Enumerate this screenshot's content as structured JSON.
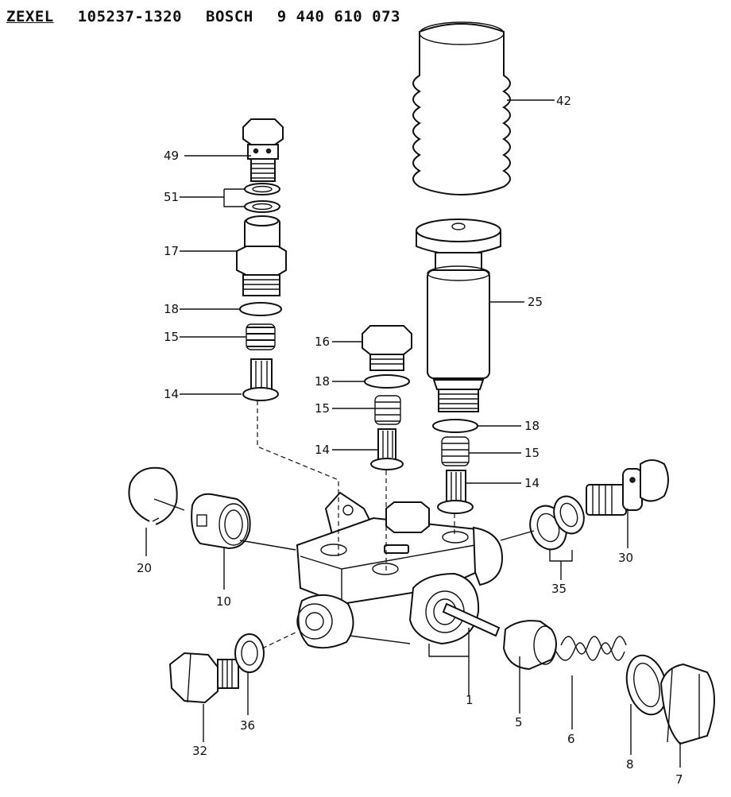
{
  "header": {
    "brand1": "ZEXEL",
    "code1": "105237-1320",
    "brand2": "BOSCH",
    "code2": "9 440 610 073"
  },
  "labels": {
    "p42": "42",
    "p49": "49",
    "p51": "51",
    "p17": "17",
    "p18a": "18",
    "p15a": "15",
    "p14a": "14",
    "p16": "16",
    "p18b": "18",
    "p15b": "15",
    "p14b": "14",
    "p25": "25",
    "p18c": "18",
    "p15c": "15",
    "p14c": "14",
    "p20": "20",
    "p10": "10",
    "p30": "30",
    "p35": "35",
    "p1": "1",
    "p5": "5",
    "p6": "6",
    "p8": "8",
    "p7": "7",
    "p32": "32",
    "p36": "36"
  }
}
